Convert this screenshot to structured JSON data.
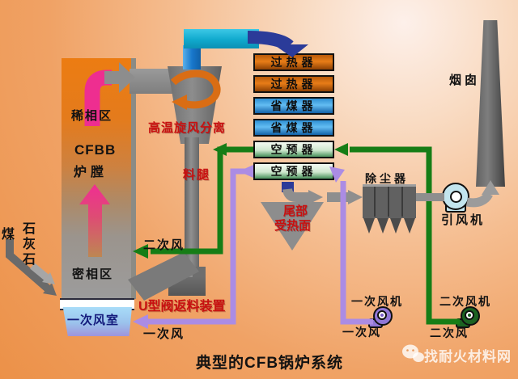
{
  "title": "典型的CFB锅炉系统",
  "watermark": {
    "site": "找耐火材料网",
    "icon": "wechat-icon"
  },
  "furnace": {
    "dilute_zone": "稀相区",
    "name_line1": "CFBB",
    "name_line2": "炉膛",
    "dense_zone": "密相区",
    "air_chamber": "一次风室"
  },
  "feed": {
    "coal": "煤",
    "limestone": "石灰石"
  },
  "cyclone": {
    "label": "高温旋风分离",
    "dipleg": "料腿"
  },
  "loop_seal": {
    "label": "U型阀返料装置"
  },
  "heat_exchangers": [
    {
      "label": "过热器"
    },
    {
      "label": "过热器"
    },
    {
      "label": "省煤器"
    },
    {
      "label": "省煤器"
    },
    {
      "label": "空预器"
    },
    {
      "label": "空预器"
    }
  ],
  "tail_heating_surface": {
    "line1": "尾部",
    "line2": "受热面"
  },
  "dust_collector": {
    "label": "除尘器"
  },
  "induced_draft_fan": {
    "label": "引风机"
  },
  "chimney": {
    "label": "烟囱"
  },
  "primary_air": {
    "fan_label": "一次风机",
    "duct_label": "一次风",
    "inlet_label": "一次风"
  },
  "secondary_air": {
    "fan_label": "二次风机",
    "duct_label": "二次风",
    "inlet_label": "二次风"
  },
  "colors": {
    "superheater_orange": "#e87d18",
    "economizer_blue": "#63bdf2",
    "air_preheater_green": "#cfe8cf",
    "secondary_air_green": "#167d16",
    "primary_air_purple": "#ab8ce4",
    "flue_navy": "#2b3b99",
    "furnace_pink": "#f02e92",
    "label_red": "#c81010",
    "outlet_cyan": "#18b4d8"
  }
}
